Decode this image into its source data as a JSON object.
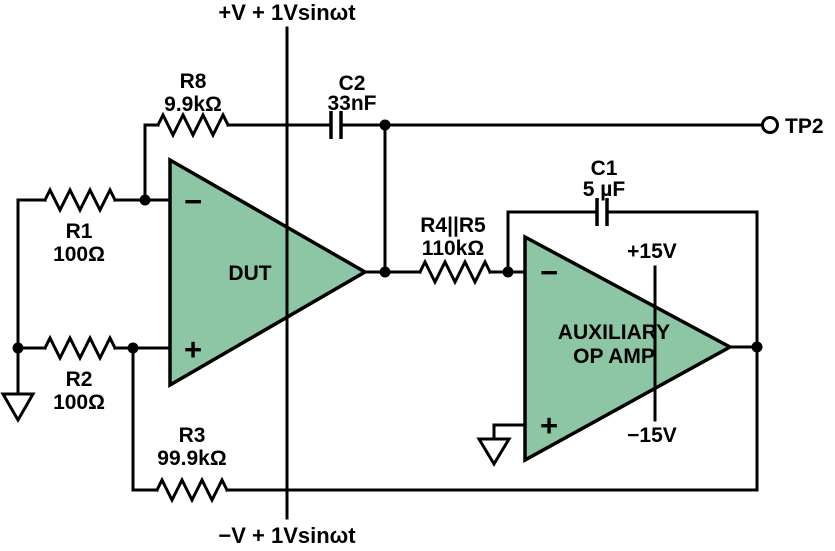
{
  "colors": {
    "background": "#ffffff",
    "wire": "#000000",
    "opamp_fill": "#8cc6a4",
    "text": "#000000"
  },
  "rails": {
    "top_supply": "+V + 1Vsinωt",
    "bottom_supply": "−V + 1Vsinωt"
  },
  "testpoint": {
    "label": "TP2"
  },
  "opamps": {
    "dut": {
      "label": "DUT",
      "inverting_input": "−",
      "noninverting_input": "+"
    },
    "aux": {
      "label_line1": "AUXILIARY",
      "label_line2": "OP AMP",
      "inverting_input": "−",
      "noninverting_input": "+",
      "positive_supply": "+15V",
      "negative_supply": "−15V"
    }
  },
  "resistors": {
    "r1": {
      "name": "R1",
      "value": "100Ω"
    },
    "r2": {
      "name": "R2",
      "value": "100Ω"
    },
    "r3": {
      "name": "R3",
      "value": "99.9kΩ"
    },
    "r45": {
      "name": "R4||R5",
      "value": "110kΩ"
    },
    "r8": {
      "name": "R8",
      "value": "9.9kΩ"
    }
  },
  "capacitors": {
    "c1": {
      "name": "C1",
      "value": "5 µF"
    },
    "c2": {
      "name": "C2",
      "value": "33nF"
    }
  }
}
